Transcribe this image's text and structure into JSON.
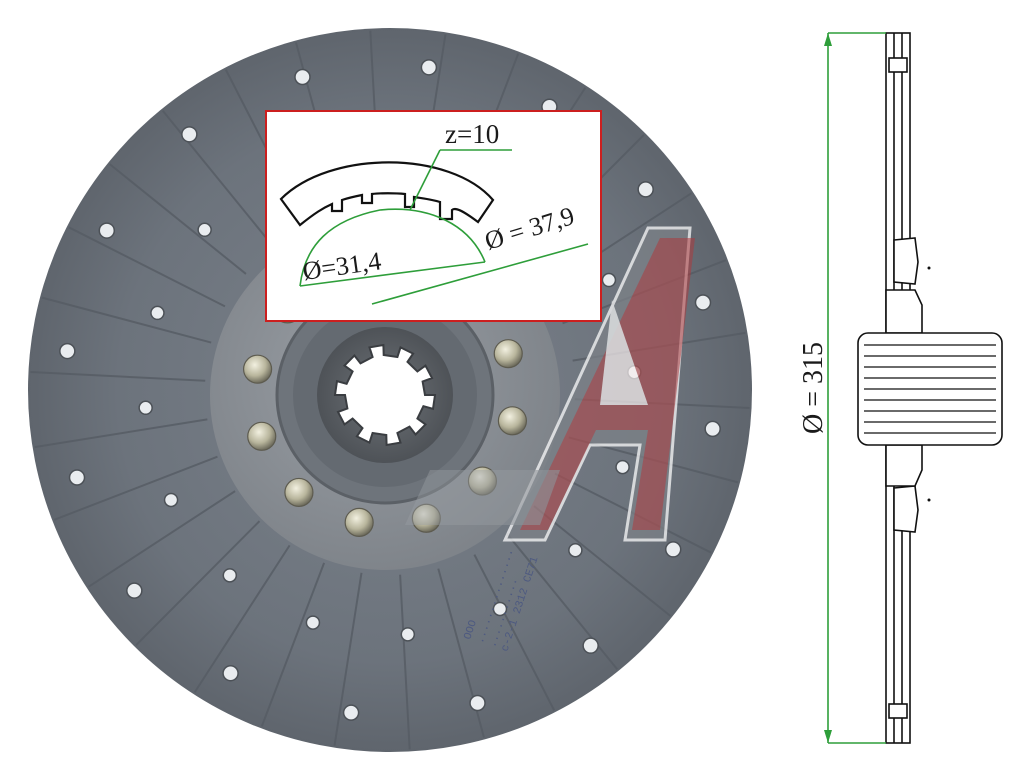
{
  "colors": {
    "friction": "#6f7680",
    "friction_dark": "#565c64",
    "hub_plate": "#8a8f96",
    "inset_border": "#cc1f1f",
    "dimension_line": "#2e9e3a",
    "watermark_red": "#c8282a",
    "watermark_gray": "#7d8288"
  },
  "inset": {
    "teeth_label": "z=10",
    "inner_diameter_label": "Ø=31,4",
    "outer_diameter_label": "Ø = 37,9"
  },
  "side_view": {
    "diameter_label": "Ø = 315"
  },
  "disc": {
    "stamp_lines": [
      "ООО",
      "...............",
      "...........",
      "с-2-1  2312 СЕ71"
    ]
  },
  "icons": {
    "watermark": "letter-a-logo-icon",
    "rivet": "rivet-icon",
    "spline_hub": "spline-hub-icon"
  }
}
